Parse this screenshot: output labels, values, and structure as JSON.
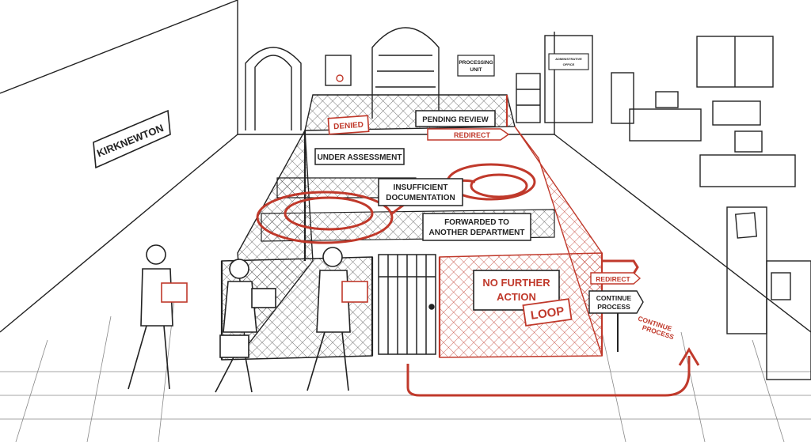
{
  "illustration": {
    "town_sign": "KIRKNEWTON",
    "door_signs": {
      "processing_unit": [
        "PROCESSING",
        "UNIT"
      ],
      "admin_office": [
        "ADMINISTRATIVE",
        "OFFICE"
      ]
    },
    "maze_labels": {
      "denied": "DENIED",
      "pending_review": "PENDING REVIEW",
      "redirect_top": "REDIRECT",
      "under_assessment": "UNDER ASSESSMENT",
      "insufficient": [
        "INSUFFICIENT",
        "DOCUMENTATION"
      ],
      "forwarded": [
        "FORWARDED TO",
        "ANOTHER DEPARTMENT"
      ],
      "no_further_action": [
        "NO FURTHER",
        "ACTION"
      ],
      "loop": "LOOP",
      "redirect_right": "REDIRECT",
      "continue_process_sign": [
        "CONTINUE",
        "PROCESS"
      ],
      "continue_process_floor": [
        "CONTINUE",
        "PROCESS"
      ]
    },
    "colors": {
      "ink": "#222222",
      "accent_red": "#c0392b",
      "background": "#ffffff"
    }
  }
}
